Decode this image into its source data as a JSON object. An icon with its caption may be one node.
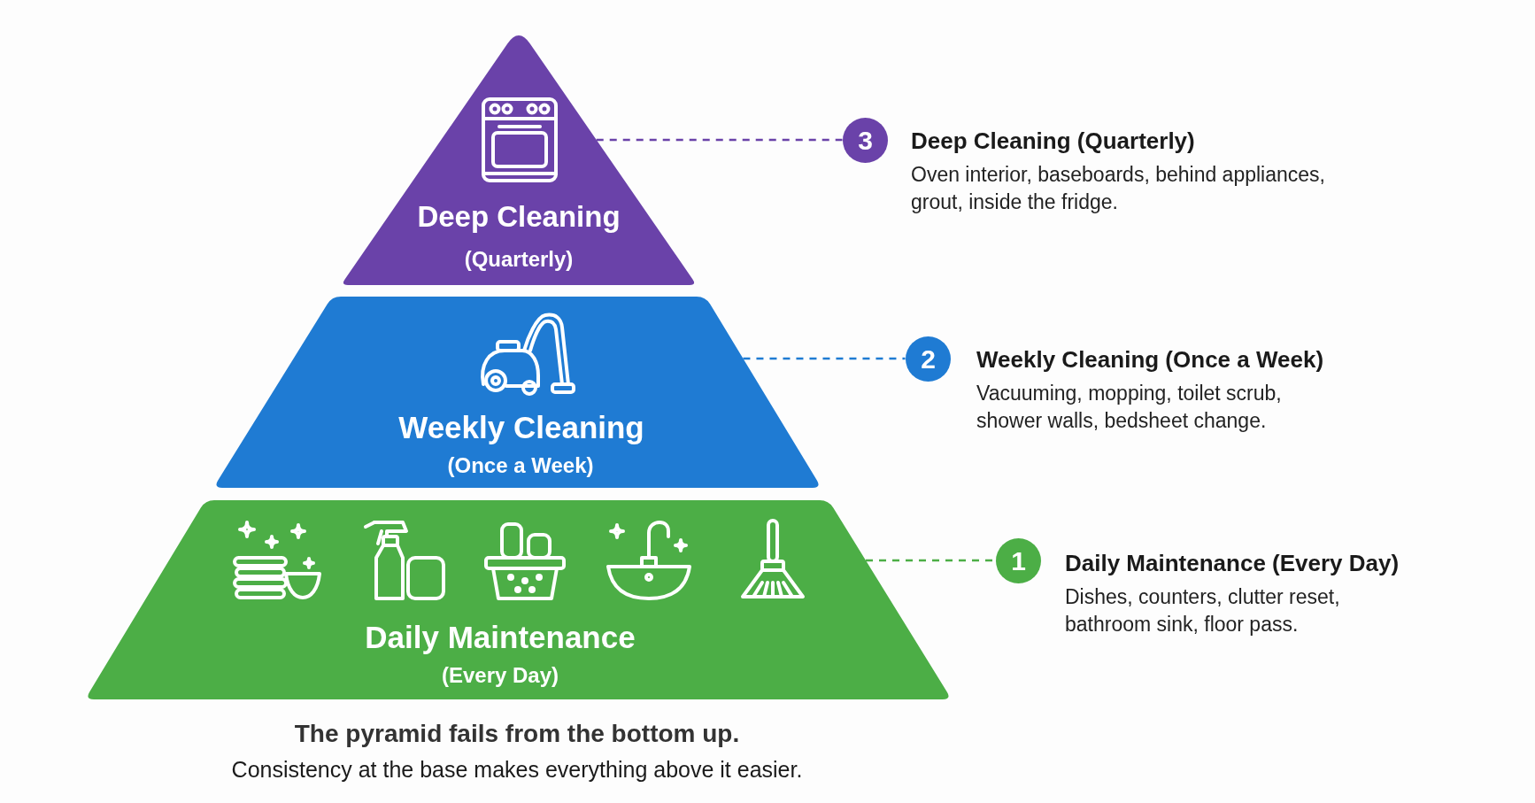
{
  "diagram": {
    "nodes": [
      {
        "text": [
          "Deep Cleaning",
          "(Quarterly)"
        ]
      },
      {
        "text": [
          "Weekly Cleaning",
          "(Once a Week)"
        ]
      },
      {
        "text": [
          "Daily Maintenance",
          "(Every Day)"
        ]
      },
      {
        "text": [
          "3"
        ],
        "beside": [
          "Deep Cleaning (Quarterly)",
          "Oven interior, baseboards, behind appliances, grout, inside the fridge."
        ]
      },
      {
        "text": [
          "2"
        ],
        "beside": [
          "Weekly Cleaning (Once a Week)",
          "Vacuuming, mopping, toilet scrub, shower walls, bedsheet change."
        ]
      },
      {
        "text": [
          "1"
        ],
        "beside": [
          "Daily Maintenance (Every Day)",
          "Dishes, counters, clutter reset, bathroom sink, floor pass."
        ]
      }
    ],
    "edges": [
      {
        "from": 0,
        "to": 3,
        "arrow": "none",
        "style": "dashed",
        "color": "#6a42a9"
      },
      {
        "from": 1,
        "to": 4,
        "arrow": "none",
        "style": "dashed",
        "color": "#1f7bd3"
      },
      {
        "from": 2,
        "to": 5,
        "arrow": "none",
        "style": "dashed",
        "color": "#4cae46"
      }
    ],
    "labels": [
      "The pyramid fails from the bottom up.",
      "Consistency at the base makes everything above it easier."
    ]
  }
}
